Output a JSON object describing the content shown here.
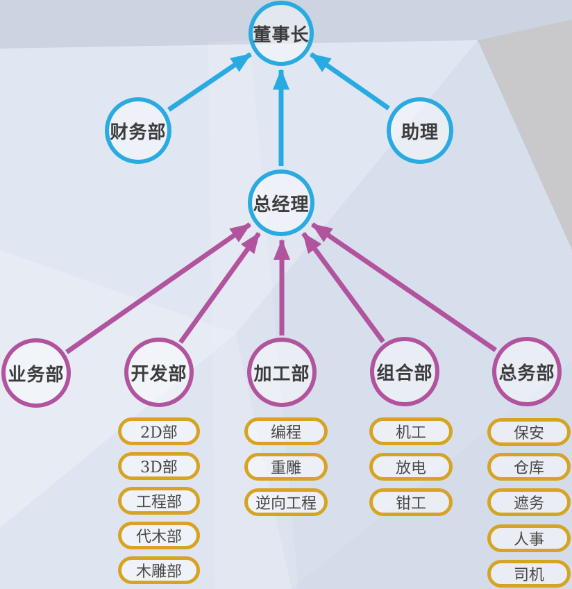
{
  "nodes": {
    "chairman": "董事长",
    "finance": "财务部",
    "assistant": "助理",
    "general_manager": "总经理"
  },
  "departments": [
    {
      "label": "业务部",
      "children": []
    },
    {
      "label": "开发部",
      "children": [
        "2D部",
        "3D部",
        "工程部",
        "代木部",
        "木雕部"
      ]
    },
    {
      "label": "加工部",
      "children": [
        "编程",
        "重雕",
        "逆向工程"
      ]
    },
    {
      "label": "组合部",
      "children": [
        "机工",
        "放电",
        "钳工"
      ]
    },
    {
      "label": "总务部",
      "children": [
        "保安",
        "仓库",
        "遮务",
        "人事",
        "司机"
      ]
    }
  ],
  "colors": {
    "level1_blue": "#29abe2",
    "level2_magenta": "#b2539e",
    "level3_gold": "#d6a322",
    "background": "#dce2ee"
  }
}
